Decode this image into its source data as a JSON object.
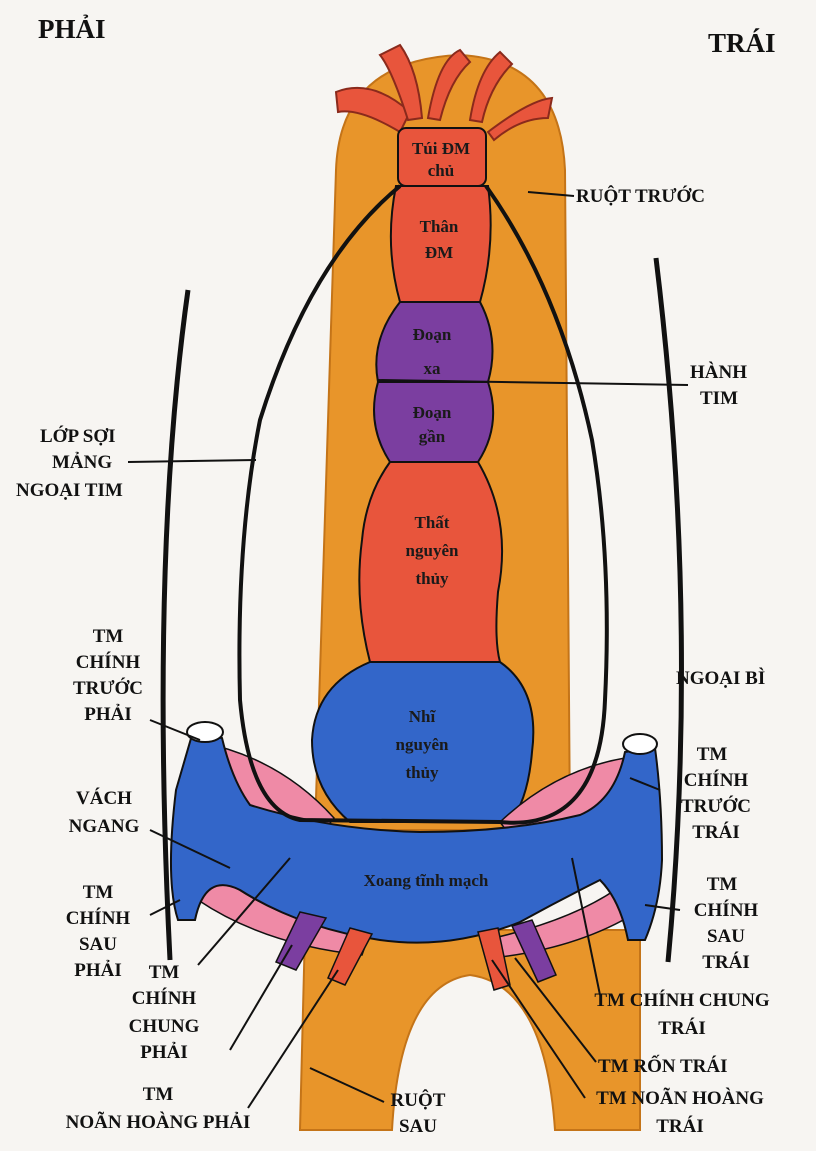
{
  "corners": {
    "right_side": "PHẢI",
    "left_side": "TRÁI"
  },
  "segments": {
    "aortic_sac": [
      "Túi ĐM",
      "chủ"
    ],
    "truncus": [
      "Thân",
      "ĐM"
    ],
    "conus_distal": [
      "Đoạn",
      "xa"
    ],
    "conus_proximal": [
      "Đoạn",
      "gần"
    ],
    "ventricle": [
      "Thất",
      "nguyên",
      "thủy"
    ],
    "atrium": [
      "Nhĩ",
      "nguyên",
      "thủy"
    ],
    "sinus": [
      "Xoang tĩnh mạch"
    ]
  },
  "labels": {
    "foregut": [
      "RUỘT TRƯỚC"
    ],
    "bulbus": [
      "HÀNH",
      "TIM"
    ],
    "epimyocardium": [
      "LỚP SỢI",
      "MẢNG",
      "NGOẠI TIM"
    ],
    "ant_cardinal_right": [
      "TM",
      "CHÍNH",
      "TRƯỚC",
      "PHẢI"
    ],
    "ectoderm": [
      "NGOẠI BÌ"
    ],
    "septum_transversum": [
      "VÁCH",
      "NGANG"
    ],
    "ant_cardinal_left": [
      "TM",
      "CHÍNH",
      "TRƯỚC",
      "TRÁI"
    ],
    "post_cardinal_right": [
      "TM",
      "CHÍNH",
      "SAU",
      "PHẢI"
    ],
    "post_cardinal_left": [
      "TM",
      "CHÍNH",
      "SAU",
      "TRÁI"
    ],
    "common_cardinal_right": [
      "TM",
      "CHÍNH",
      "CHUNG",
      "PHẢI"
    ],
    "common_cardinal_left": [
      "TM CHÍNH CHUNG",
      "TRÁI"
    ],
    "umbilical_left": [
      "TM RỐN TRÁI"
    ],
    "vitelline_left": [
      "TM NOÃN HOÀNG",
      "TRÁI"
    ],
    "vitelline_right": [
      "TM",
      "NOÃN HOÀNG PHẢI"
    ],
    "hindgut": [
      "RUỘT",
      "SAU"
    ]
  },
  "colors": {
    "gut_orange": "#e8952a",
    "heart_red": "#e8553c",
    "conus_purple": "#7b3ea0",
    "atrium_blue": "#3366c9",
    "pink": "#ef8aa6",
    "outline": "#111111"
  }
}
